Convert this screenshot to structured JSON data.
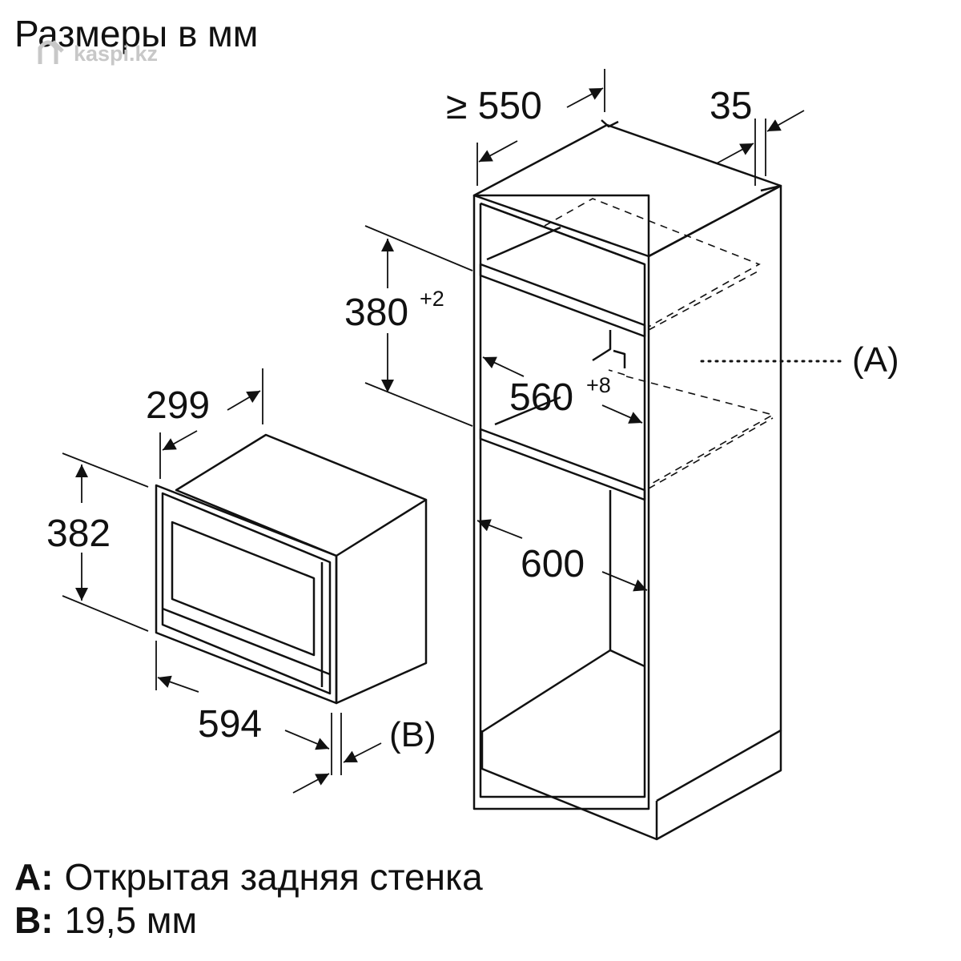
{
  "title": "Размеры в мм",
  "watermark": "kaspi.kz",
  "dimensions": {
    "cabinet_depth": "≥ 550",
    "panel_thickness": "35",
    "niche_height": "380",
    "niche_height_tol": "+2",
    "niche_width": "560",
    "niche_width_tol": "+8",
    "cabinet_width": "600",
    "appliance_depth": "299",
    "appliance_height": "382",
    "appliance_width": "594"
  },
  "references": {
    "a": "(A)",
    "b": "(B)"
  },
  "legend": [
    {
      "key": "A:",
      "text": "Открытая задняя стенка"
    },
    {
      "key": "B:",
      "text": "19,5 мм"
    }
  ],
  "colors": {
    "line": "#111111",
    "watermark": "#c8c8c8"
  }
}
